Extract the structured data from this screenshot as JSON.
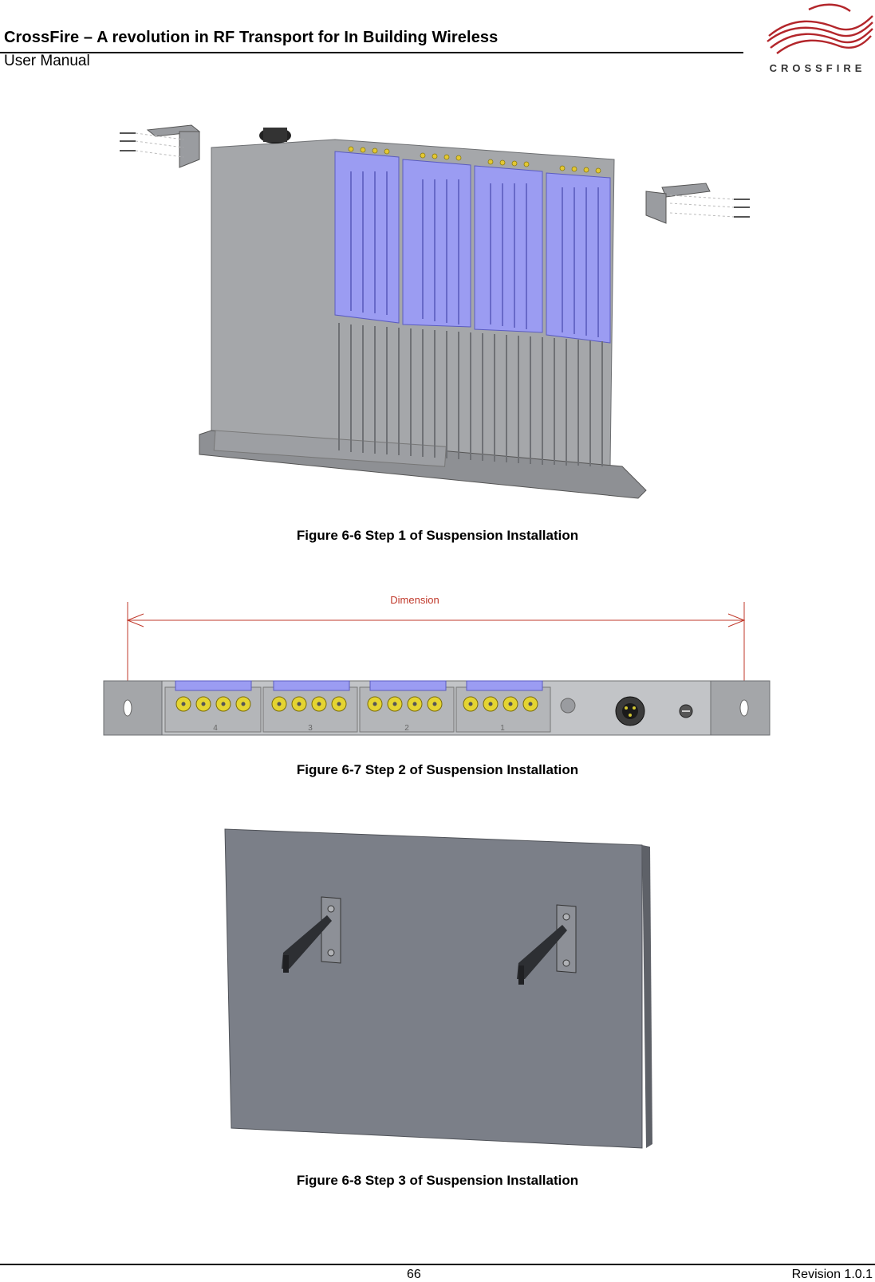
{
  "header": {
    "title": "CrossFire – A revolution in RF Transport for In Building Wireless",
    "subtitle": "User Manual",
    "logo_text": "CROSSFIRE"
  },
  "figures": [
    {
      "caption": "Figure 6-6 Step 1 of Suspension Installation"
    },
    {
      "caption": "Figure 6-7 Step 2 of Suspension Installation",
      "dimension_label": "Dimension",
      "port_groups": [
        "4",
        "3",
        "2",
        "1"
      ]
    },
    {
      "caption": "Figure 6-8 Step 3 of Suspension Installation"
    }
  ],
  "footer": {
    "page_number": "66",
    "revision": "Revision 1.0.1"
  },
  "colors": {
    "brand_red": "#b3262b",
    "module_blue": "#9b9cf2",
    "chassis_gray": "#a4a6a9",
    "wall_gray": "#7a7e87",
    "dimension_red": "#c0392b"
  }
}
